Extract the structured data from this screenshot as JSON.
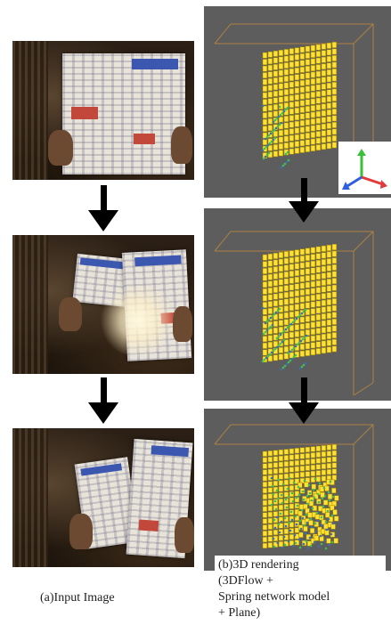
{
  "captions": {
    "left": "(a)Input Image",
    "right_lines": [
      "(b)3D rendering",
      "(3DFlow +",
      "Spring network model",
      "+ Plane)"
    ]
  },
  "photos": [
    {
      "name": "input-frame-1"
    },
    {
      "name": "input-frame-2"
    },
    {
      "name": "input-frame-3"
    }
  ],
  "renders": [
    {
      "name": "render-frame-1"
    },
    {
      "name": "render-frame-2"
    },
    {
      "name": "render-frame-3"
    }
  ],
  "colors": {
    "mesh_yellow": "#ffe033",
    "mesh_line": "#9a8300",
    "flow_green": "#3fbf5a",
    "flow_blue": "#3c6fb0",
    "render_bg": "#5d5d5d",
    "box_edge": "#c28a3c",
    "axis_x": "#e23a3a",
    "axis_y": "#3bbf3b",
    "axis_z": "#2f5fe0"
  },
  "icons": {
    "axis_gizmo": "xyz-axes-icon",
    "down_arrow": "down-arrow-icon"
  }
}
